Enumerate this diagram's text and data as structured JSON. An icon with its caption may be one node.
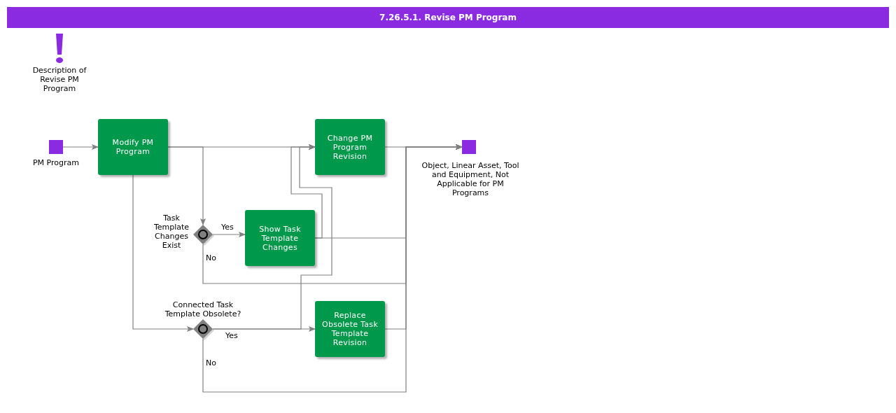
{
  "diagram": {
    "title": "7.26.5.1. Revise PM Program",
    "nodes": [
      {
        "text": [],
        "shape": "box",
        "beside": [
          "PM Program"
        ]
      },
      {
        "text": [
          "Modify PM Program"
        ]
      },
      {
        "text": [
          "Change PM Program Revision"
        ]
      },
      {
        "text": [],
        "shape": "diamond",
        "beside": [
          "Task Template Changes Exist"
        ]
      },
      {
        "text": [
          "Show Task Template Changes"
        ]
      },
      {
        "text": [],
        "shape": "diamond",
        "beside": [
          "Connected Task Template Obsolete?"
        ]
      },
      {
        "text": [
          "Replace Obsolete Task Template Revision"
        ]
      },
      {
        "text": [],
        "shape": "box",
        "beside": [
          "Object, Linear Asset, Tool and Equipment, Not Applicable for PM Programs"
        ]
      }
    ],
    "edges": [
      {
        "from": 0,
        "to": 1,
        "arrow": "to"
      },
      {
        "from": 1,
        "to": 2,
        "arrow": "to"
      },
      {
        "from": 1,
        "to": 3,
        "arrow": "to"
      },
      {
        "from": 1,
        "to": 5,
        "arrow": "to"
      },
      {
        "from": 3,
        "to": 4,
        "arrow": "to",
        "label": "Yes"
      },
      {
        "from": 3,
        "to": 7,
        "arrow": "to",
        "label": "No"
      },
      {
        "from": 4,
        "to": 2,
        "arrow": "to"
      },
      {
        "from": 4,
        "to": 7,
        "arrow": "to"
      },
      {
        "from": 5,
        "to": 6,
        "arrow": "to",
        "label": "Yes"
      },
      {
        "from": 5,
        "to": 2,
        "arrow": "to"
      },
      {
        "from": 5,
        "to": 7,
        "arrow": "to",
        "label": "No"
      },
      {
        "from": 2,
        "to": 7,
        "arrow": "to"
      },
      {
        "from": 6,
        "to": 7,
        "arrow": "to"
      }
    ],
    "labels": [
      "Description of Revise PM Program"
    ]
  }
}
